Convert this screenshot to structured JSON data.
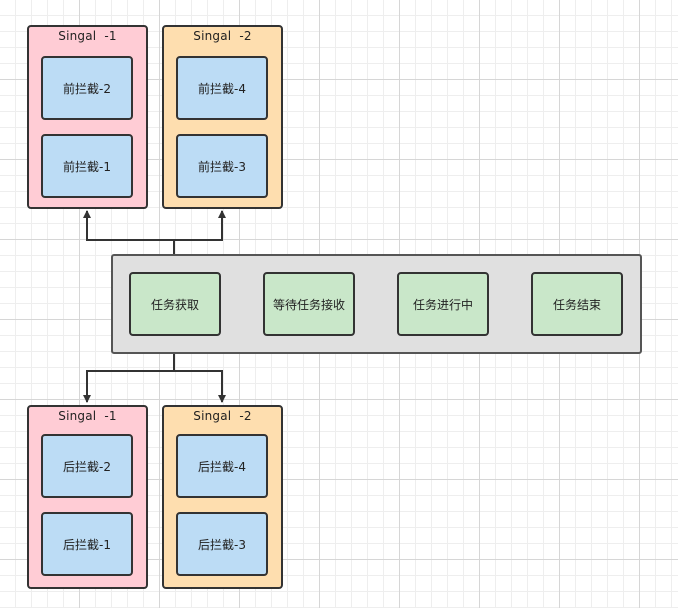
{
  "top_groups": [
    {
      "title": "Singal  -1",
      "nodes": [
        "前拦截-2",
        "前拦截-1"
      ]
    },
    {
      "title": "Singal  -2",
      "nodes": [
        "前拦截-4",
        "前拦截-3"
      ]
    }
  ],
  "bottom_groups": [
    {
      "title": "Singal  -1",
      "nodes": [
        "后拦截-2",
        "后拦截-1"
      ]
    },
    {
      "title": "Singal  -2",
      "nodes": [
        "后拦截-4",
        "后拦截-3"
      ]
    }
  ],
  "tasks": [
    "任务获取",
    "等待任务接收",
    "任务进行中",
    "任务结束"
  ],
  "colors": {
    "group_1_fill": "#ffccd5",
    "group_2_fill": "#fedeaf",
    "interceptor_fill": "#bcdcf5",
    "task_fill": "#c9e7c9",
    "panel_fill": "#e0e0e0",
    "stroke": "#333333"
  }
}
